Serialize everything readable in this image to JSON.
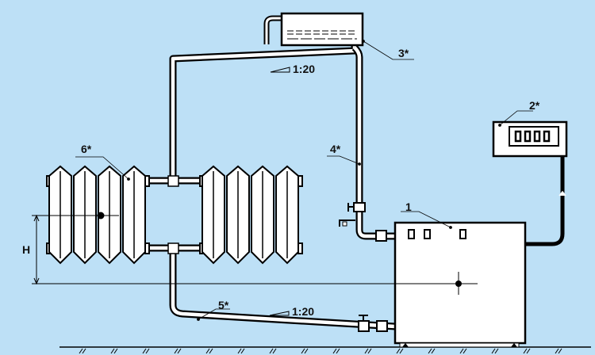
{
  "diagram": {
    "labels": {
      "boiler": "1",
      "meter": "2*",
      "expansion_tank": "3*",
      "supply_pipe": "4*",
      "return_pipe": "5*",
      "radiator": "6*",
      "height": "H"
    },
    "slope_top": "1:20",
    "slope_bottom": "1:20"
  },
  "colors": {
    "background": "#bde0f6",
    "line": "#000000",
    "fill": "#ffffff"
  }
}
